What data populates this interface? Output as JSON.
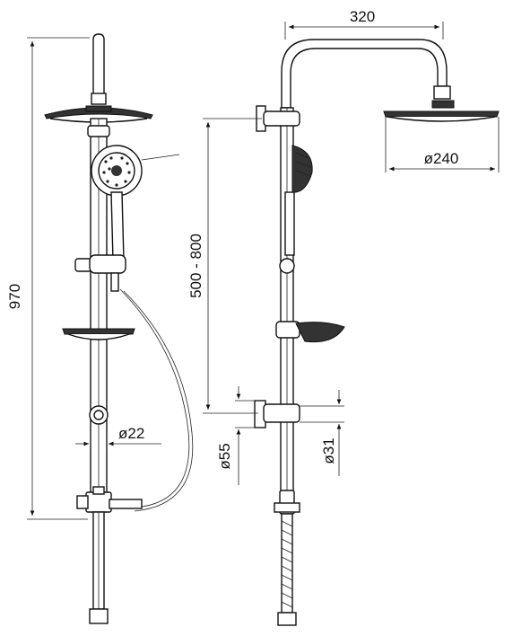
{
  "dimensions": {
    "overall_height": "970",
    "arm_width": "320",
    "head_diameter": "ø240",
    "adjust_range": "500 - 800",
    "pipe_diameter": "ø22",
    "bracket_diameter_outer": "ø55",
    "bracket_diameter_inner": "ø31"
  },
  "colors": {
    "line": "#111111",
    "background": "#ffffff"
  }
}
